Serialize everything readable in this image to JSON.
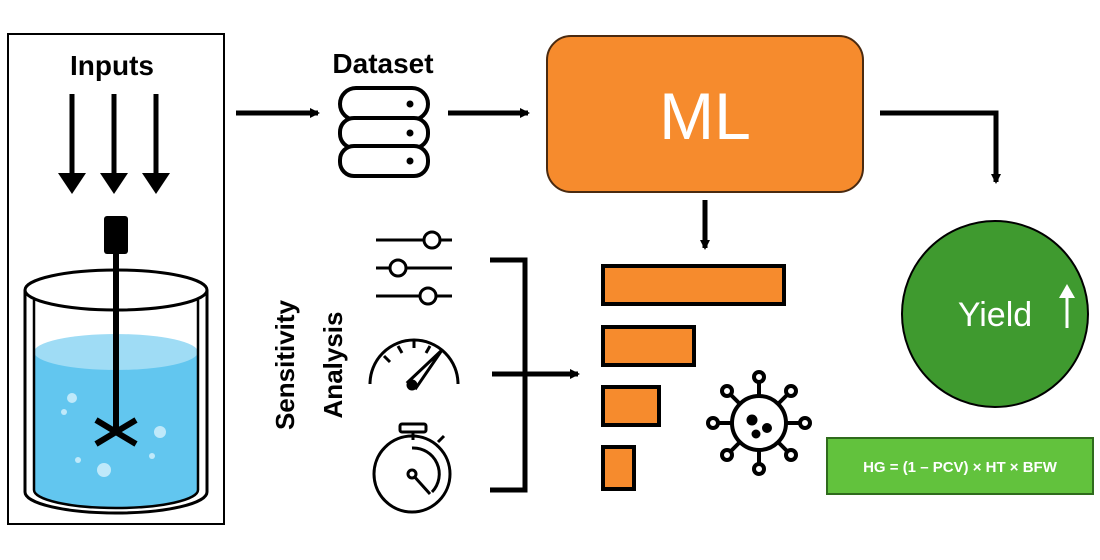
{
  "labels": {
    "inputs": "Inputs",
    "dataset": "Dataset",
    "ml": "ML",
    "sensitivity_line1": "Sensitivity",
    "sensitivity_line2": "Analysis",
    "yield": "Yield",
    "formula": "HG = (1 – PCV) × HT × BFW"
  },
  "colors": {
    "ml_box": "#f68b2d",
    "bars": "#f68b2d",
    "yield_circle": "#3f9a2f",
    "formula_box": "#62c23d",
    "liquid": "#62c6ef",
    "liquid_top": "#9fdcf5"
  },
  "icons": {
    "reactor": "stirred-tank-reactor-icon",
    "dataset": "database-icon",
    "sliders": "sliders-icon",
    "gauge": "speedometer-icon",
    "stopwatch": "stopwatch-icon",
    "virus": "virus-icon",
    "yield_arrow": "arrow-up-icon"
  },
  "feature_importance_bars": [
    1.0,
    0.5,
    0.31,
    0.17
  ]
}
